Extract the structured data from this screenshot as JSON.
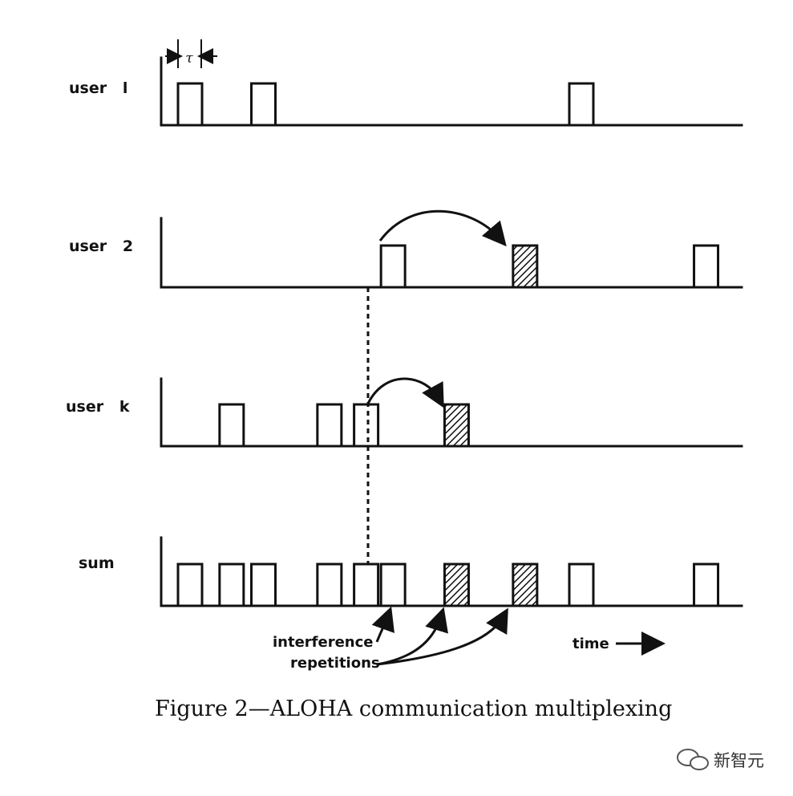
{
  "rows": [
    {
      "label": "user   l",
      "packets": [
        {
          "t": 0,
          "kind": "original"
        },
        {
          "t": 3,
          "kind": "original"
        },
        {
          "t": 16,
          "kind": "original"
        }
      ]
    },
    {
      "label": "user   2",
      "packets": [
        {
          "t": 8.3,
          "kind": "original"
        },
        {
          "t": 13.7,
          "kind": "repetition"
        },
        {
          "t": 21.1,
          "kind": "original"
        }
      ]
    },
    {
      "label": "user   k",
      "packets": [
        {
          "t": 1.7,
          "kind": "original"
        },
        {
          "t": 5.7,
          "kind": "original"
        },
        {
          "t": 7.2,
          "kind": "original"
        },
        {
          "t": 10.9,
          "kind": "repetition"
        }
      ]
    },
    {
      "label": "sum",
      "packets": [
        {
          "t": 0,
          "kind": "original"
        },
        {
          "t": 1.7,
          "kind": "original"
        },
        {
          "t": 3,
          "kind": "original"
        },
        {
          "t": 5.7,
          "kind": "original"
        },
        {
          "t": 7.2,
          "kind": "original"
        },
        {
          "t": 8.3,
          "kind": "original"
        },
        {
          "t": 10.9,
          "kind": "repetition"
        },
        {
          "t": 13.7,
          "kind": "repetition"
        },
        {
          "t": 16,
          "kind": "original"
        },
        {
          "t": 21.1,
          "kind": "original"
        }
      ]
    }
  ],
  "tau_label": "τ",
  "annotations": {
    "interference": "interference",
    "repetitions": "repetitions",
    "time": "time"
  },
  "caption": "Figure 2—ALOHA communication multiplexing",
  "watermark": "新智元",
  "colors": {
    "ink": "#111111",
    "paper": "#ffffff"
  }
}
